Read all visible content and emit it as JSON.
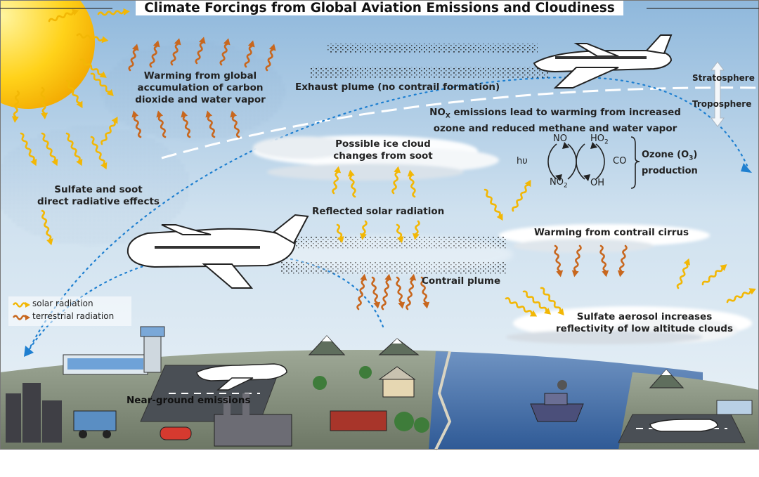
{
  "title": "Climate Forcings from Global Aviation Emissions and Cloudiness",
  "labels": {
    "warming_co2_line1": "Warming from global",
    "warming_co2_line2": "accumulation of carbon",
    "warming_co2_line3": "dioxide and water vapor",
    "exhaust_plume": "Exhaust plume (no contrail formation)",
    "stratosphere": "Stratosphere",
    "troposphere": "Troposphere",
    "nox_line1_pre": "NO",
    "nox_line1_sub": "X",
    "nox_line1_post": " emissions lead to warming from increased",
    "nox_line2": "ozone and reduced methane and water vapor",
    "ice_cloud_line1": "Possible ice cloud",
    "ice_cloud_line2": "changes from soot",
    "sulfate_soot_line1": "Sulfate and soot",
    "sulfate_soot_line2": "direct radiative effects",
    "reflected_solar": "Reflected solar radiation",
    "contrail_cirrus": "Warming from contrail cirrus",
    "contrail_plume": "Contrail plume",
    "sulfate_aerosol_line1": "Sulfate aerosol increases",
    "sulfate_aerosol_line2": "reflectivity of low altitude clouds",
    "near_ground": "Near-ground emissions"
  },
  "chemistry": {
    "hv": "hυ",
    "no": "NO",
    "no2": "NO",
    "no2_sub": "2",
    "ho2": "HO",
    "ho2_sub": "2",
    "oh": "OH",
    "co": "CO",
    "ozone_line1": "Ozone (O",
    "ozone_sub": "3",
    "ozone_close": ")",
    "ozone_line2": "production"
  },
  "legend": {
    "solar": "solar radiation",
    "terrestrial": "terrestrial radiation"
  },
  "colors": {
    "sky_top": "#9fc3e0",
    "sky_bottom": "#e8f1f8",
    "solar": "#f2b705",
    "terrestrial": "#c8671e",
    "sun": "#ffd21a",
    "land": "#7f8c74",
    "sea": "#3d6aa8",
    "path_dotted": "#1e7fd0"
  }
}
